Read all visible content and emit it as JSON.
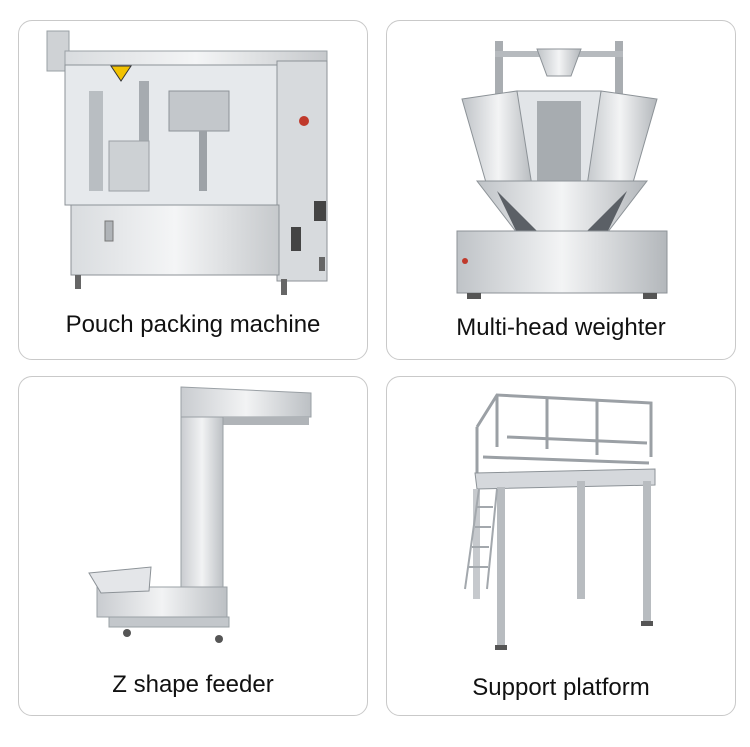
{
  "products": [
    {
      "name": "Pouch packing machine",
      "icon": "pouch-packing-machine-image"
    },
    {
      "name": "Multi-head weighter",
      "icon": "multi-head-weighter-image"
    },
    {
      "name": "Z shape feeder",
      "icon": "z-shape-feeder-image"
    },
    {
      "name": "Support platform",
      "icon": "support-platform-image"
    }
  ]
}
